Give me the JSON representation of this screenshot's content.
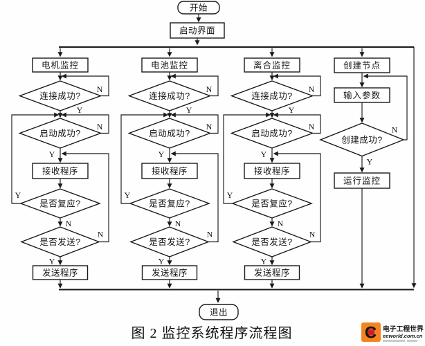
{
  "caption": "图 2 监控系统程序流程图",
  "labels": {
    "yes": "Y",
    "no": "N"
  },
  "flow": {
    "start": "开始",
    "launch": "启动界面",
    "exit": "退出",
    "columns": [
      {
        "header": "电机监控"
      },
      {
        "header": "电池监控"
      },
      {
        "header": "离合监控"
      }
    ],
    "shared": {
      "connect": "连接成功?",
      "boot": "启动成功?",
      "receive": "接收程序",
      "reply": "是否复应?",
      "send_q": "是否发送?",
      "send": "发送程序"
    },
    "create_branch": {
      "create": "创建节点",
      "input": "输入参数",
      "success": "创建成功?",
      "run": "运行监控"
    }
  },
  "logo": {
    "mark": "C",
    "name": "电子工程世界",
    "domain": "eeworld.com.cn"
  }
}
